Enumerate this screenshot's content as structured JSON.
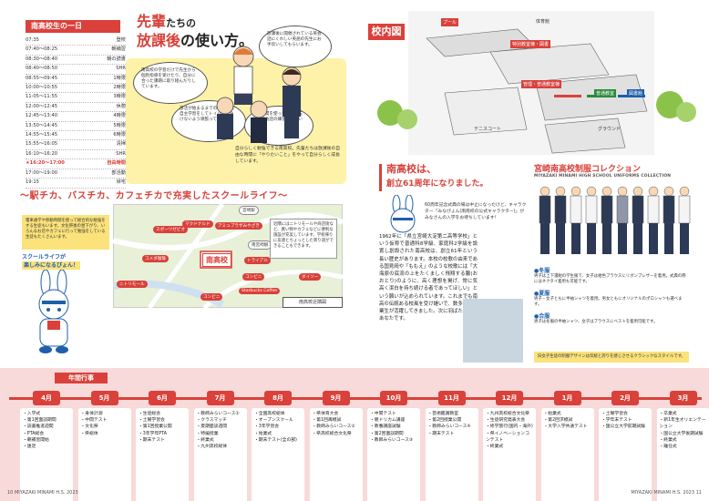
{
  "schedule": {
    "title": "南高校生の一日",
    "rows": [
      {
        "time": "07:35",
        "label": "登校"
      },
      {
        "time": "07:40〜08:25",
        "label": "朝補習"
      },
      {
        "time": "08:30〜08:40",
        "label": "朝の読書"
      },
      {
        "time": "08:40〜08:50",
        "label": "SHR"
      },
      {
        "time": "08:55〜09:45",
        "label": "1時限"
      },
      {
        "time": "10:00〜10:55",
        "label": "2時限"
      },
      {
        "time": "11:05〜11:55",
        "label": "3時限"
      },
      {
        "time": "12:00〜12:45",
        "label": "休憩"
      },
      {
        "time": "12:45〜13:40",
        "label": "4時限"
      },
      {
        "time": "13:50〜14:45",
        "label": "5時限"
      },
      {
        "time": "14:55〜15:45",
        "label": "6時限"
      },
      {
        "time": "15:55〜16:05",
        "label": "清掃"
      },
      {
        "time": "16:10〜16:20",
        "label": "SHR"
      },
      {
        "time": "★16:20〜17:00",
        "label": "自由時間",
        "highlight": true
      },
      {
        "time": "17:00〜19:00",
        "label": "部活動"
      },
      {
        "time": "19:15",
        "label": "帰宅"
      }
    ]
  },
  "afterschool": {
    "headline_1": "先輩",
    "headline_2": "たちの",
    "headline_3": "放課後",
    "headline_4": "の使い方。",
    "bubbles": [
      "南高校の学習だけで先生から個別指導を受けたり、自分に合った課題に取り組んだりしています。",
      "部活が始まるまでの30分間で自主学習をしてトイバルに負けないよう頑張っています。",
      "放課後に開催されている英会話にくわしい英語の先生にお手伝いしてもらいます。",
      "自由時間を使って英語の先生と英会話の練習をしています。"
    ],
    "note": "自分らしく勉強できる南高校。先輩たちは放課後の自由な時間に「やりたいこと」をやって自分らしく成長しています。"
  },
  "school_life": {
    "banner": "〜駅チカ、バスチカ、カフェチカで充実したスクールライフ〜",
    "yellow_note": "電車通学や移動時間を使って総合的な勉強をする生徒もいます。文化祭後の昼下がり、いろんなお店やカフェに行って勉強をしている生徒もたくさんいます。",
    "callout_1": "スクールライフが",
    "callout_2": "楽しみになるぴょん！",
    "right_note": "近隣にはニトリモールや商店街など、買い物やカフェなどに便利な施設が充実しています。学校帰りに友達とちょっとした寄り道ができることもできます。",
    "map_caption": "南高校近隣図",
    "map_labels": [
      "宮崎駅",
      "スポーツゼビオ",
      "マクドナルド",
      "アミュプラザみやざき",
      "南宮崎駅",
      "コメダ珈琲",
      "トライアル",
      "南高校",
      "ニトリモール",
      "コンビニ",
      "ダイソー",
      "Starbucks Coffee",
      "コンビニ"
    ]
  },
  "campus": {
    "title": "校内図",
    "labels": [
      "プール",
      "体育館",
      "特別教室棟・図書",
      "管理・普通教室棟",
      "テニスコート",
      "グラウンド",
      "普通教室",
      "図書館"
    ]
  },
  "history": {
    "title_1": "南高校は、",
    "title_2": "創立61周年になりました。",
    "mascot_text": "60周年記念式典の場は中止になったけど、キャラクター「みなぴょん(南南校の公式キャラクター)」がみなさんの入学をお待ちしています！",
    "body": "1962年に「県立宮崎大淀第二高等学校」という仮称で普通科8学級、家庭科2学級を設置し創設された南高校は、創立61年という長い歴史があります。本校の校歌の由来である国見岡や「ももえ」のような校歌には「大海原の底流の上をたくましく飛翔する鵬(おおとり)のように、高く理想を掲げ、常に気高く潔白を持ち続ける者であってほしい」という願いが込められています。これまでも南高の伝統ある校風を受け継いで、数多くの卒業生が活躍してきました。次に羽ばたくのはあなたです。"
  },
  "uniform": {
    "title": "宮崎南高校制服コレクション",
    "subtitle": "MIYAZAKI MINAMI HIGH SCHOOL UNIFORMS COLLECTION",
    "seasons": [
      {
        "name": "●冬服",
        "desc": "男子は上下濃紺の学生服で、女子は紺色ブラウスにリボンブレザーを着用。式典の際にはネクタイ着用も可能です。"
      },
      {
        "name": "●夏服",
        "desc": "男子・女子ともに半袖シャツを着用。男女ともにオリジナルのポロシャツも選べます。"
      },
      {
        "name": "●合服",
        "desc": "男子は冬服の半袖シャツ、女子はブラウスにベストを着用可能です。"
      }
    ],
    "note": "旧女子生徒の制服デザインは伝統と誇りを感じさせるクラシックなスタイルです。"
  },
  "events": {
    "title": "年間行事",
    "months": [
      {
        "month": "4月",
        "items": [
          "・入学式",
          "・第1回面談期間",
          "・読書推進週間",
          "・PTA総会",
          "・朝補習開始",
          "・遠足"
        ]
      },
      {
        "month": "5月",
        "items": [
          "・身体計測",
          "・中間テスト",
          "・文化祭",
          "・県総体"
        ]
      },
      {
        "month": "6月",
        "items": [
          "・生徒総会",
          "・土曜学習会",
          "・第1回授業公開",
          "・3年学年PTA",
          "・期末テスト"
        ]
      },
      {
        "month": "7月",
        "items": [
          "・教師みらいコース①",
          "・クラスマッチ",
          "・夏期面談週間",
          "・特編授業",
          "・終業式",
          "・九州高校総体"
        ]
      },
      {
        "month": "8月",
        "items": [
          "・全国高校総体",
          "・オープンスクール",
          "・3年学習会",
          "・始業式",
          "・期末テスト(全の部)"
        ]
      },
      {
        "month": "9月",
        "items": [
          "・県体育大会",
          "・第1回再模試",
          "・教師みらいコース②",
          "・県高校総合文化祭"
        ]
      },
      {
        "month": "10月",
        "items": [
          "・中間テスト",
          "・親ドリカム講座",
          "・教養講座試験",
          "・第2回面談期間",
          "・教師みらいコース③"
        ]
      },
      {
        "month": "11月",
        "items": [
          "・芸術鑑賞教室",
          "・第2回授業公開",
          "・教師みらいコース④",
          "・期末テスト"
        ]
      },
      {
        "month": "12月",
        "items": [
          "・九州高校総合文化祭",
          "・生徒研究発表大会",
          "・修学旅行(国内・海外)",
          "・県イノベーションコンテスト",
          "・終業式"
        ]
      },
      {
        "month": "1月",
        "items": [
          "・始業式",
          "・第2回求模試",
          "・大学入学共通テスト"
        ]
      },
      {
        "month": "2月",
        "items": [
          "・土曜学習会",
          "・学年末テスト",
          "・国公立大学前期試験"
        ]
      },
      {
        "month": "3月",
        "items": [
          "・卒業式",
          "・新1年生オリエンテーション",
          "・国公立大学後期試験",
          "・終業式",
          "・離任式"
        ]
      }
    ]
  },
  "footer": {
    "left_page": "10  MIYAZAKI MINAMI H.S. 2023",
    "right_page": "MIYAZAKI MINAMI H.S. 2023  11"
  }
}
